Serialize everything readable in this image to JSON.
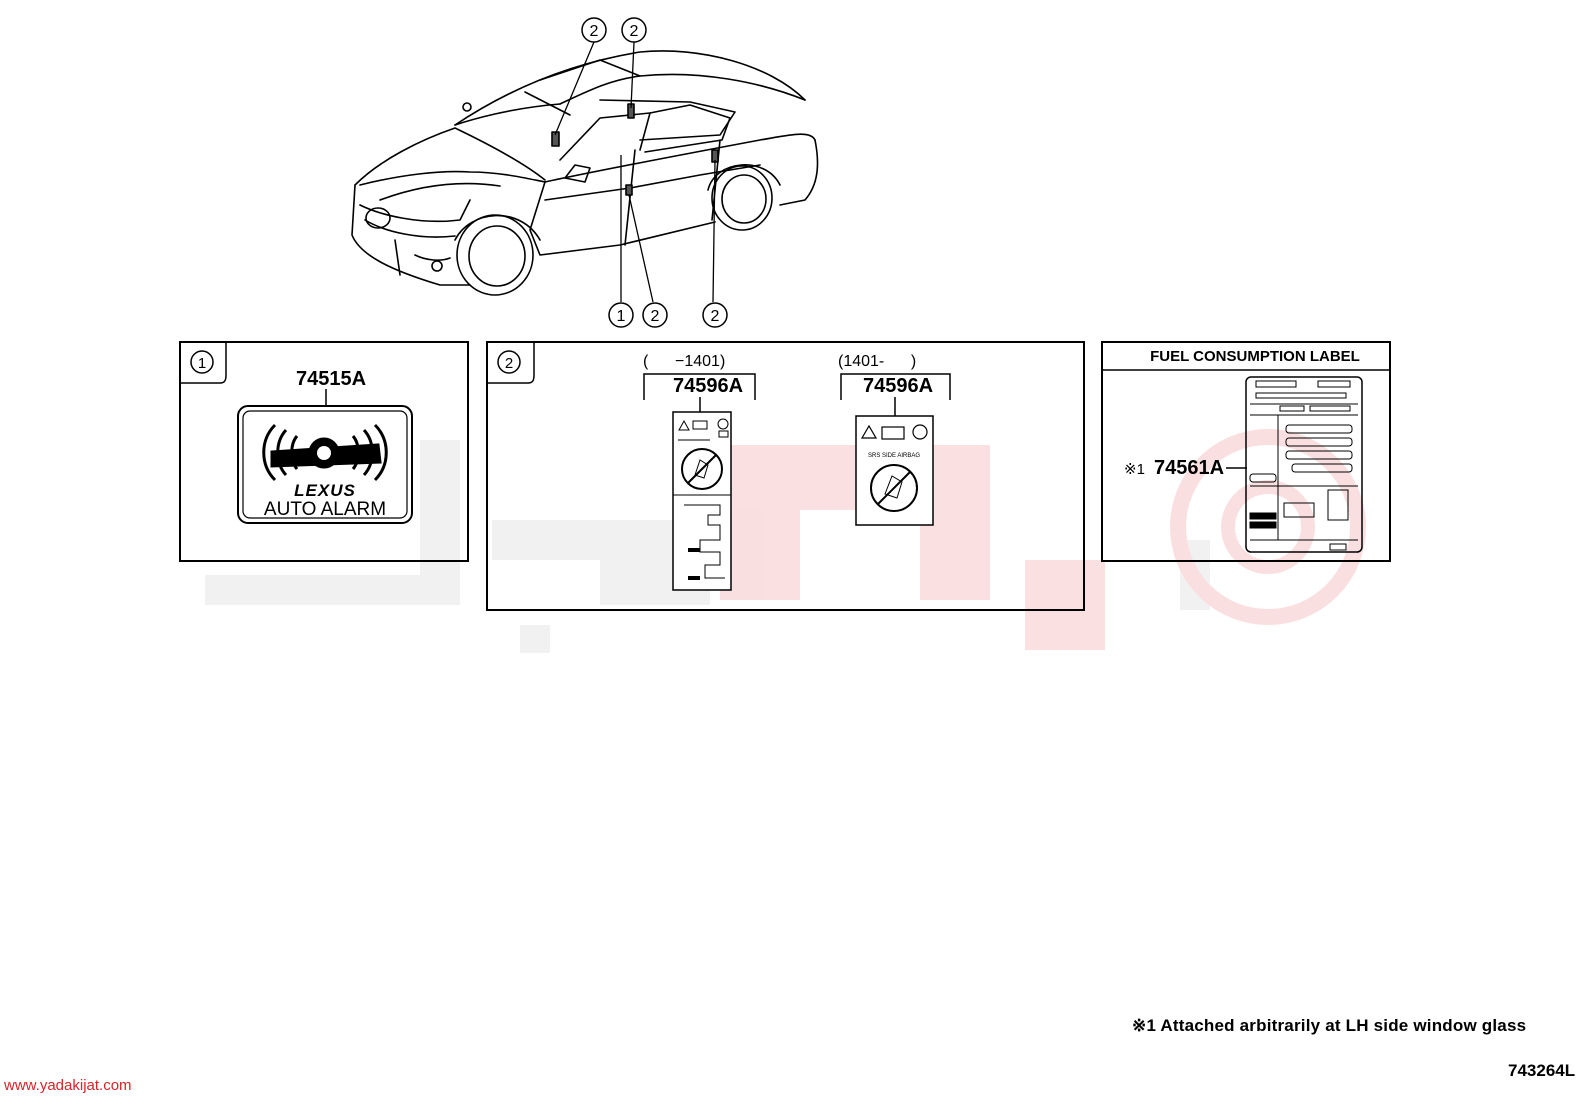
{
  "callouts": {
    "one": "1",
    "two": "2"
  },
  "panel1": {
    "callout": "1",
    "part": "74515A",
    "brand": "LEXUS",
    "label": "AUTO ALARM"
  },
  "panel2": {
    "callout": "2",
    "left": {
      "range": "(      −1401)",
      "part": "74596A"
    },
    "right": {
      "range": "(1401-      )",
      "part": "74596A",
      "sticker_text": "SRS SIDE AIRBAG"
    }
  },
  "panel3": {
    "title": "FUEL CONSUMPTION LABEL",
    "mark": "※1",
    "part": "74561A"
  },
  "footnote": "※1  Attached arbitrarily at LH side window glass",
  "diagram_code": "743264L",
  "watermark_url": "www.yadakijat.com",
  "colors": {
    "watermark": "#d9232a",
    "watermark_gray": "#e6e6e6",
    "line": "#000000"
  }
}
